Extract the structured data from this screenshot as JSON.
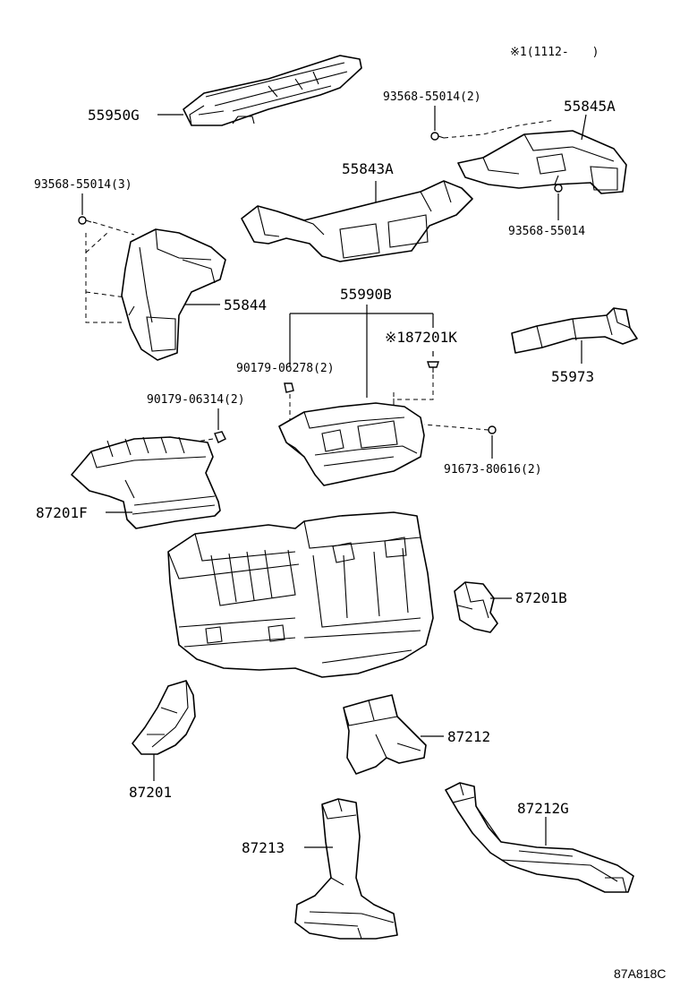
{
  "note": "※1(1112-　　)",
  "drawing_id": "87A818C",
  "labels": {
    "p55950g": "55950G",
    "p93568_55014_2": "93568-55014(2)",
    "p55845a": "55845A",
    "p93568_55014_3": "93568-55014(3)",
    "p55843a": "55843A",
    "p93568_55014": "93568-55014",
    "p55844": "55844",
    "p55990b": "55990B",
    "p187201k": "※187201K",
    "p90179_06278": "90179-06278(2)",
    "p55973": "55973",
    "p90179_06314": "90179-06314(2)",
    "p91673_80616": "91673-80616(2)",
    "p87201f": "87201F",
    "p87201b": "87201B",
    "p87212": "87212",
    "p87201": "87201",
    "p87212g": "87212G",
    "p87213": "87213"
  }
}
